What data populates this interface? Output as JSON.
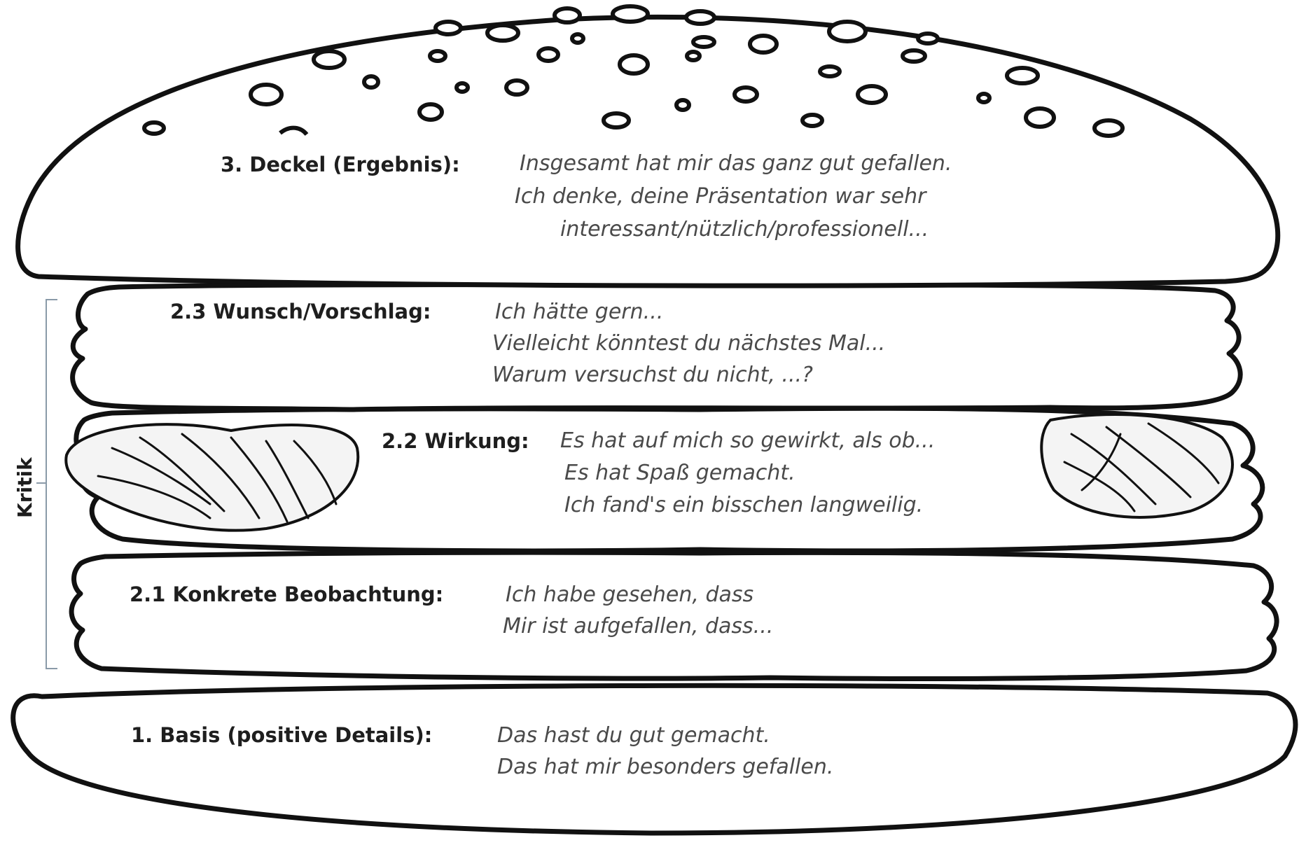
{
  "side_label": "Kritik",
  "layers": [
    {
      "id": "deckel",
      "label": "3. Deckel (Ergebnis):",
      "examples": [
        "Insgesamt hat mir das ganz gut gefallen.",
        "Ich denke, deine Präsentation war sehr",
        "interessant/nützlich/professionell..."
      ]
    },
    {
      "id": "wunsch",
      "label": "2.3 Wunsch/Vorschlag:",
      "examples": [
        "Ich hätte gern...",
        "Vielleicht könntest du nächstes Mal...",
        "Warum versuchst du nicht, ...?"
      ]
    },
    {
      "id": "wirkung",
      "label": "2.2 Wirkung:",
      "examples": [
        "Es hat auf mich so gewirkt, als ob...",
        "Es hat Spaß gemacht.",
        "Ich fand's ein bisschen langweilig."
      ]
    },
    {
      "id": "beobachtung",
      "label": "2.1 Konkrete Beobachtung:",
      "examples": [
        "Ich habe gesehen, dass",
        "Mir ist aufgefallen, dass..."
      ]
    },
    {
      "id": "basis",
      "label": "1. Basis (positive Details):",
      "examples": [
        "Das hast du gut gemacht.",
        "Das hat mir besonders gefallen."
      ]
    }
  ]
}
